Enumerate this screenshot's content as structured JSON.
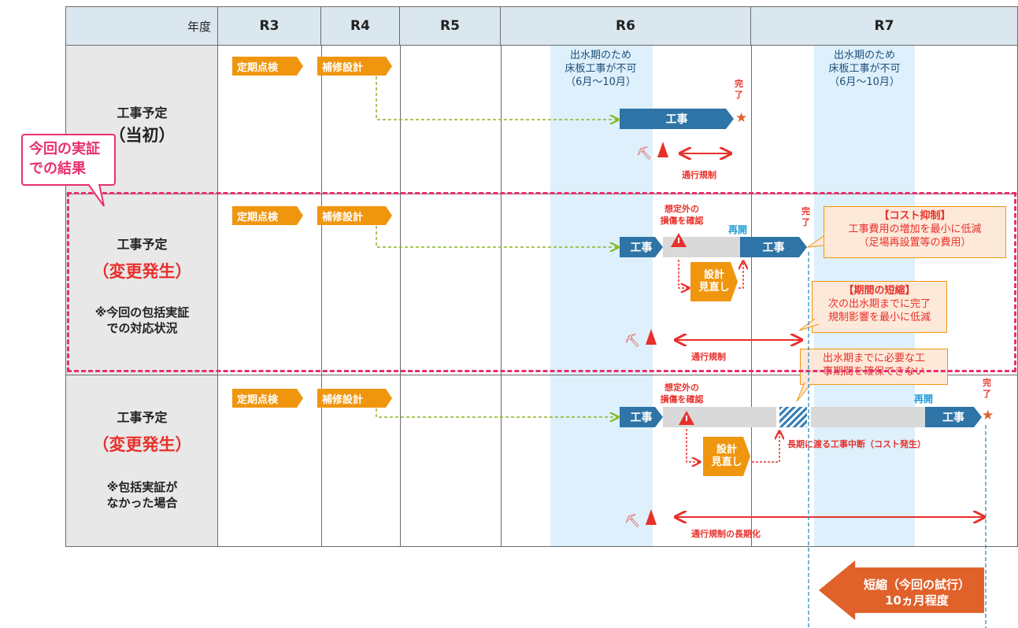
{
  "header": {
    "year_label": "年度",
    "years": [
      "R3",
      "R4",
      "R5",
      "R6",
      "R7"
    ]
  },
  "rows": [
    {
      "title": "工事予定",
      "subtitle": "（当初）",
      "note": ""
    },
    {
      "title": "工事予定",
      "subtitle": "（変更発生）",
      "note": "※今回の包括実証\nでの対応状況"
    },
    {
      "title": "工事予定",
      "subtitle": "（変更発生）",
      "note": "※包括実証が\nなかった場合"
    }
  ],
  "labels": {
    "inspection": "定期点検",
    "repair_design": "補修設計",
    "work": "工事",
    "complete": "完\n了",
    "restart": "再開",
    "traffic": "通行規制",
    "traffic_long": "通行規制の長期化",
    "unexpected_damage": "想定外の\n損傷を確認",
    "redesign": "設計\n見直し",
    "wet_season": "出水期のため\n床板工事が不可\n（6月～10月）",
    "long_suspension": "長期に渡る工事中断（コスト発生）",
    "result_bubble": "今回の実証\nでの結果",
    "cannot_secure": "出水期までに必要な工\n事期間を確保できない",
    "shorten": "短縮（今回の試行）\n10ヵ月程度"
  },
  "callouts": {
    "cost_title": "【コスト抑制】",
    "cost_body": "工事費用の増加を最小に低減\n（足場再設置等の費用）",
    "period_title": "【期間の短縮】",
    "period_body": "次の出水期までに完了\n規制影響を最小に低減"
  },
  "colors": {
    "header_bg": "#dbe7ef",
    "label_bg": "#e8e8e8",
    "wet_season_bg": "#ddf0fb",
    "task_orange": "#f0960e",
    "work_blue": "#2e74a6",
    "accent_red": "#e8302b",
    "highlight_pink": "#e8306e",
    "arrow_orange": "#e0612a"
  }
}
